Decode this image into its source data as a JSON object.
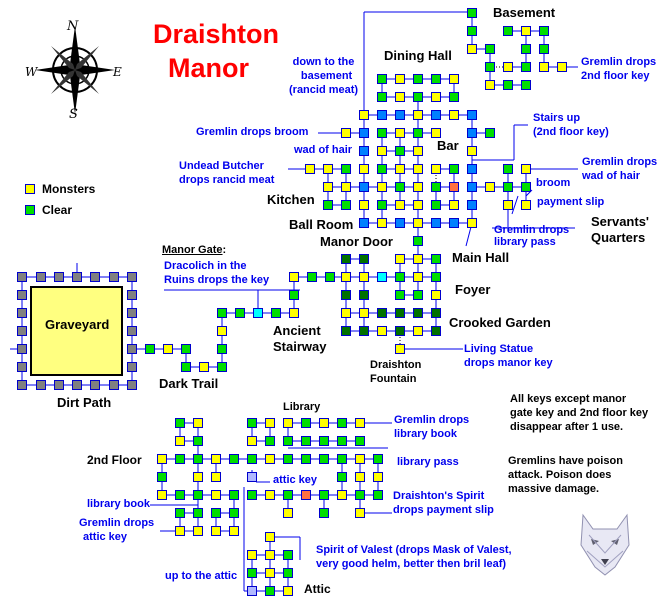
{
  "title": {
    "line1": "Draishton",
    "line2": "Manor"
  },
  "compass": {
    "n": "N",
    "e": "E",
    "s": "S",
    "w": "W"
  },
  "legend": {
    "monsters": "Monsters",
    "clear": "Clear"
  },
  "colors": {
    "monster": "#ffff00",
    "clear": "#00dd00",
    "hall": "#0080ff",
    "garden": "#007000",
    "special": "#00ffff",
    "boss": "#ff7040",
    "path": "#808080",
    "stairs": "#b0b8ff",
    "annotation": "#0000ee",
    "title": "#ff0000"
  },
  "areas": {
    "basement": "Basement",
    "dining_hall": "Dining Hall",
    "bar": "Bar",
    "kitchen": "Kitchen",
    "ball_room": "Ball Room",
    "servants_1": "Servants'",
    "servants_2": "Quarters",
    "manor_door": "Manor Door",
    "main_hall": "Main Hall",
    "foyer": "Foyer",
    "crooked_garden": "Crooked Garden",
    "fountain_1": "Draishton",
    "fountain_2": "Fountain",
    "graveyard": "Graveyard",
    "ancient_1": "Ancient",
    "ancient_2": "Stairway",
    "dark_trail": "Dark Trail",
    "dirt_path": "Dirt Path",
    "library": "Library",
    "second_floor": "2nd Floor",
    "attic": "Attic",
    "manor_gate": "Manor Gate"
  },
  "notes": {
    "down_basement": [
      "down to the",
      "basement",
      "(rancid meat)"
    ],
    "gremlin_2nd_key": [
      "Gremlin drops",
      "2nd floor key"
    ],
    "gremlin_broom": "Gremlin drops broom",
    "stairs_up": [
      "Stairs up",
      "(2nd floor key)"
    ],
    "wad_of_hair": "wad of hair",
    "undead_butcher": [
      "Undead Butcher",
      "drops rancid meat"
    ],
    "gremlin_wad": [
      "Gremlin drops",
      "wad of hair"
    ],
    "broom": "broom",
    "payment_slip": "payment slip",
    "gremlin_library_pass": [
      "Gremlin drops",
      "library pass"
    ],
    "manor_gate_colon": ":",
    "dracolich": [
      "Dracolich in the",
      "Ruins drops the key"
    ],
    "living_statue": [
      "Living Statue",
      "drops manor key"
    ],
    "gremlin_library_book": [
      "Gremlin drops",
      "library book"
    ],
    "library_pass": "library pass",
    "attic_key": "attic key",
    "library_book": "library book",
    "draishton_spirit": [
      "Draishton's Spirit",
      "drops payment slip"
    ],
    "gremlin_attic_key": [
      "Gremlin drops",
      "attic key"
    ],
    "spirit_valest": [
      "Spirit of Valest (drops Mask of Valest,",
      "very good helm, better then bril leaf)"
    ],
    "up_to_attic": "up to the attic",
    "keys_info": [
      "All keys except manor",
      "gate key and 2nd floor key",
      "disappear after 1 use."
    ],
    "poison_info": [
      "Gremlins have poison",
      "attack. Poison does",
      "massive damage."
    ]
  }
}
